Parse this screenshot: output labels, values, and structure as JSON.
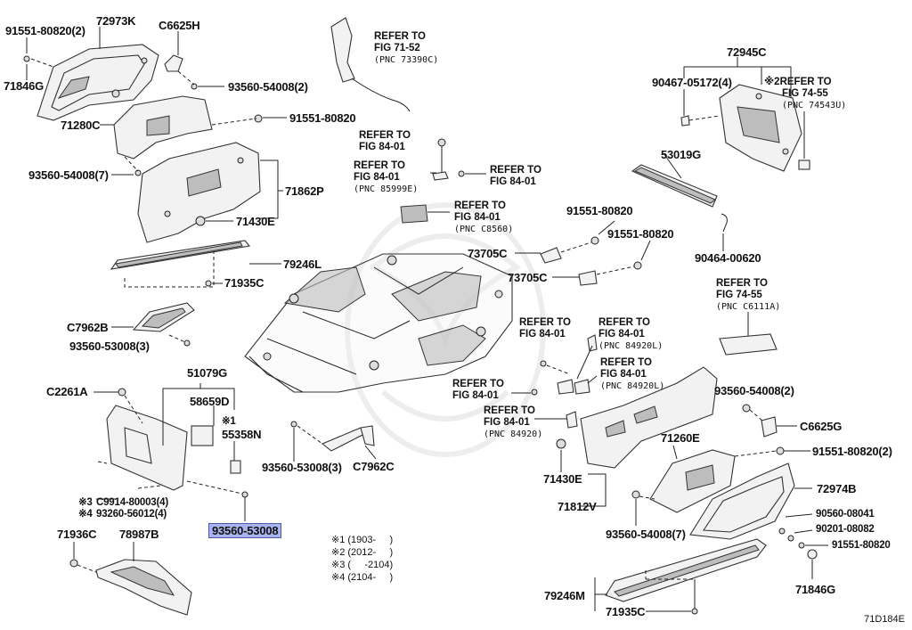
{
  "labels": {
    "p91551_80820_2_top": "91551-80820(2)",
    "p72973K": "72973K",
    "pC6625H": "C6625H",
    "p71846G_top": "71846G",
    "p93560_54008_2_top": "93560-54008(2)",
    "p71280C": "71280C",
    "p91551_80820_mid": "91551-80820",
    "p93560_54008_7_left": "93560-54008(7)",
    "p71862P": "71862P",
    "p71430E_top": "71430E",
    "p79246L": "79246L",
    "p71935C_top": "71935C",
    "pC7962B": "C7962B",
    "p93560_53008_3_left": "93560-53008(3)",
    "p51079G": "51079G",
    "pC2261A": "C2261A",
    "p58659D": "58659D",
    "p55358N": "55358N",
    "p55358N_mark": "※1",
    "pC9914": "C9914-80003(4)",
    "pC9914_mark": "※3",
    "p93260": "93260-56012(4)",
    "p93260_mark": "※4",
    "p93560_53008_hl": "93560-53008",
    "p71936C": "71936C",
    "p78987B": "78987B",
    "p93560_53008_3_mid": "93560-53008(3)",
    "pC7962C": "C7962C",
    "p72945C": "72945C",
    "p90467": "90467-05172(4)",
    "p53019G": "53019G",
    "p91551_80820_r1": "91551-80820",
    "p91551_80820_r2": "91551-80820",
    "p73705C_1": "73705C",
    "p73705C_2": "73705C",
    "p90464": "90464-00620",
    "p93560_54008_2_right": "93560-54008(2)",
    "pC6625G": "C6625G",
    "p71260E": "71260E",
    "p91551_80820_2_right": "91551-80820(2)",
    "p72974B": "72974B",
    "p71430E_bot": "71430E",
    "p71812V": "71812V",
    "p93560_54008_7_right": "93560-54008(7)",
    "p90560": "90560-08041",
    "p90201": "90201-08082",
    "p91551_80820_br": "91551-80820",
    "p71846G_bot": "71846G",
    "p79246M": "79246M",
    "p71935C_bot": "71935C"
  },
  "refs": {
    "r71_52": {
      "line1": "REFER TO",
      "line2": "FIG 71-52",
      "pnc": "(PNC 73390C)"
    },
    "r84_a": {
      "line1": "REFER TO",
      "line2": "FIG 84-01"
    },
    "r84_b": {
      "line1": "REFER TO",
      "line2": "FIG 84-01",
      "pnc": "(PNC 85999E)"
    },
    "r84_c": {
      "line1": "REFER TO",
      "line2": "FIG 84-01"
    },
    "r84_d": {
      "line1": "REFER TO",
      "line2": "FIG 84-01",
      "pnc": "(PNC C8560)"
    },
    "r74_55a": {
      "mark": "※2",
      "line1": "REFER TO",
      "line2": "FIG 74-55",
      "pnc": "(PNC 74543U)"
    },
    "r74_55b": {
      "line1": "REFER TO",
      "line2": "FIG 74-55",
      "pnc": "(PNC C6111A)"
    },
    "r84_e": {
      "line1": "REFER TO",
      "line2": "FIG 84-01"
    },
    "r84_f": {
      "line1": "REFER TO",
      "line2": "FIG 84-01",
      "pnc": "(PNC 84920L)"
    },
    "r84_g": {
      "line1": "REFER TO",
      "line2": "FIG 84-01",
      "pnc": "(PNC 84920L)"
    },
    "r84_h": {
      "line1": "REFER TO",
      "line2": "FIG 84-01"
    },
    "r84_i": {
      "line1": "REFER TO",
      "line2": "FIG 84-01",
      "pnc": "(PNC 84920)"
    }
  },
  "notes": {
    "n1": "※1 (1903-     )",
    "n2": "※2 (2012-     )",
    "n3": "※3 (     -2104)",
    "n4": "※4 (2104-     )"
  },
  "figure_code": "71D184E",
  "colors": {
    "highlight": "#a9b4ee",
    "line": "#222222"
  }
}
